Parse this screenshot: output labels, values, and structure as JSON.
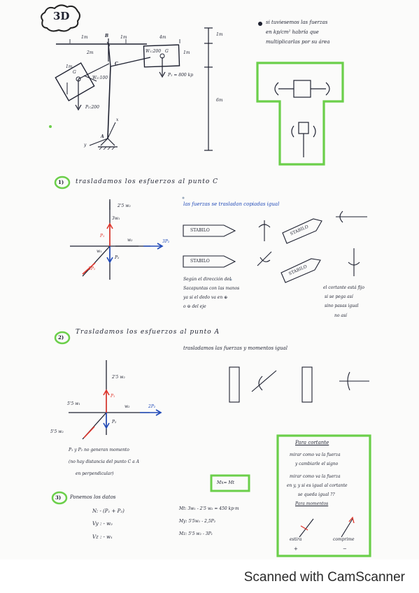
{
  "header": {
    "label": "3D"
  },
  "note": {
    "line1": "si tuviesemos las fuerzas",
    "line2": "en kp/cm² habría que",
    "line3": "multiplicarlas por su área"
  },
  "diagram": {
    "dim_1m_a": "1m",
    "dim_1m_b": "1m",
    "dim_4m": "4m",
    "dim_2m": "2m",
    "dim_1m_c": "1m",
    "dim_1m_right_top": "1m",
    "dim_1m_right": "1m",
    "dim_6m": "6m",
    "lbl_B": "B",
    "lbl_C": "C",
    "lbl_A": "A",
    "lbl_x": "x",
    "lbl_y": "y",
    "lbl_w2": "W₂:100",
    "lbl_w1": "W₁:200",
    "lbl_p2": "P₂:200",
    "lbl_p1": "P₁ = 800 kp",
    "lbl_G1": "G",
    "lbl_G2": "G"
  },
  "steps": {
    "s1_num": "1)",
    "s1_text": "trasladamos los esfuerzos al punto C",
    "s2_num": "2)",
    "s2_text": "Trasladamos los esfuerzos al punto A",
    "s3_num": "3)",
    "s3_text": "Ponemos los datos"
  },
  "sec1": {
    "top": "las fuerzas se trasladan copiadas igual",
    "f_23w2": "2'5 w₂",
    "f_3w1": "3w₁",
    "f_p1": "P₁",
    "f_w2": "w₂",
    "f_w1": "w₁",
    "f_p2": "P₂",
    "f_3p1": "3P₁",
    "f_3p2": "3P₂",
    "stabilo1": "STABILO",
    "stabilo2": "STABILO",
    "stabilo3": "STABILO",
    "stabilo4": "STABILO",
    "note1": "Según el dirección del",
    "note2": "Sacapuntas con las manos",
    "note3": "ya si el dedo va en ⊕",
    "note4": "o ⊖ del eje",
    "note5": "el cortante está fijo",
    "note6": "si se pega así",
    "note7": "sino pasas igual",
    "note8": "no así"
  },
  "sec2": {
    "top": "trasladamos las fuerzas y momentos igual",
    "f_23w2": "2'5 w₂",
    "f_55w1": "5'5 w₁",
    "f_3p1": "P₁",
    "f_w2": "w₂",
    "f_2p2": "2P₂",
    "f_55w2": "5'5 w₂",
    "f_p2": "P₂",
    "note1": "P₁ y P₂ no generan momento",
    "note2": "(no hay distancia del punto C a A",
    "note3": "en perpendicular)"
  },
  "data3": {
    "n": "N: - (P₁ + P₂)",
    "vy": "Vy : - w₂",
    "vz": "Vz : - w₁",
    "mt": "Mt: 3w₁ - 2'5 w₂ = 450 kp·m",
    "my": "My: 5'5w₁ - 2,5P₂",
    "mz": "Mz: 5'5 w₂ - 3P₁",
    "mx": "Mx= Mt"
  },
  "cortante": {
    "title": "Para cortante",
    "step1a": "mirar como va la fuerza",
    "step1b": "y cambiarle el signo",
    "step2a": "mirar como va la fuerza",
    "step2b": "en y, y si es igual al cortante",
    "step2c": "se queda igual ??",
    "title2": "Para momentos",
    "tracc": "estira",
    "comp": "comprime",
    "plus": "+",
    "minus": "−"
  },
  "footer": {
    "text": "Scanned with CamScanner"
  }
}
